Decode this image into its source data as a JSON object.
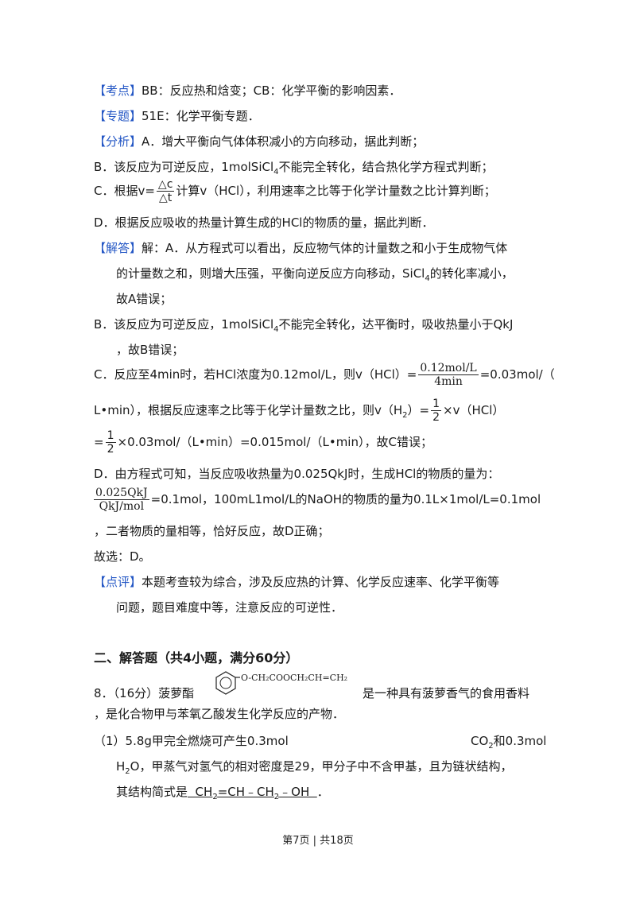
{
  "kaodian": {
    "tag": "【考点】",
    "text": "BB：反应热和焓变；CB：化学平衡的影响因素．"
  },
  "zhuanti": {
    "tag": "【专题】",
    "text": "51E：化学平衡专题．"
  },
  "fenxi": {
    "tag": "【分析】",
    "a": "A．增大平衡向气体体积减小的方向移动，据此判断；",
    "b_pre": "B．该反应为可逆反应，1molSiCl",
    "b_sub": "4",
    "b_post": "不能完全转化，结合热化学方程式判断；",
    "c_pre": "C．根据v=",
    "c_num": "△c",
    "c_den": "△t",
    "c_post": "计算v（HCl），利用速率之比等于化学计量数之比计算判断；",
    "d": "D．根据反应吸收的热量计算生成的HCl的物质的量，据此判断．"
  },
  "jieda": {
    "tag": "【解答】",
    "a1": "解：A．从方程式可以看出，反应物气体的计量数之和小于生成物气体",
    "a2_pre": "的计量数之和，则增大压强，平衡向逆反应方向移动，SiCl",
    "a2_sub": "4",
    "a2_post": "的转化率减小，",
    "a3": "故A错误；",
    "b1_pre": "B．该反应为可逆反应，1molSiCl",
    "b1_sub": "4",
    "b1_post": "不能完全转化，达平衡时，吸收热量小于QkJ",
    "b2": "，故B错误；",
    "c1_pre": "C．反应至4min时，若HCl浓度为0.12mol/L，则v（HCl）=",
    "c1_num": "0.12mol/L",
    "c1_den": "4min",
    "c1_post": "=0.03mol/（",
    "c2_pre": "L•min），根据反应速率之比等于化学计量数之比，则v（H",
    "c2_sub": "2",
    "c2_mid": "）=",
    "c2_num": "1",
    "c2_den": "2",
    "c2_post": "×v（HCl）",
    "c3_pre": "=",
    "c3_num": "1",
    "c3_den": "2",
    "c3_post": "×0.03mol/（L•min）=0.015mol/（L•min），故C错误；",
    "d1": "D．由方程式可知，当反应吸收热量为0.025QkJ时，生成HCl的物质的量为：",
    "d2_num": "0.025QkJ",
    "d2_den": "QkJ/mol",
    "d2_post": "=0.1mol，100mL1mol/L的NaOH的物质的量为0.1L×1mol/L=0.1mol",
    "d3": "，二者物质的量相等，恰好反应，故D正确；",
    "answer": "故选：D。"
  },
  "dianping": {
    "tag": "【点评】",
    "l1": "本题考查较为综合，涉及反应热的计算、化学反应速率、化学平衡等",
    "l2": "问题，题目难度中等，注意反应的可逆性．"
  },
  "section2": "二、解答题（共4小题，满分60分）",
  "q8": {
    "pre": "8．（16分）菠萝酯",
    "structure_label": "O-CH₂COOCH₂CH=CH₂",
    "post": "是一种具有菠萝香气的食用香料",
    "l2": "，是化合物甲与苯氧乙酸发生化学反应的产物．",
    "p1_pre": "（1）5.8g甲完全燃烧可产生0.3mol",
    "p1_right": "CO",
    "p1_right_sub": "2",
    "p1_right_post": "和0.3mol",
    "p1_l2_pre": "H",
    "p1_l2_sub": "2",
    "p1_l2_post": "O，甲蒸气对氢气的相对密度是29，甲分子中不含甲基，且为链状结构，",
    "p1_l3_pre": "其结构简式是",
    "p1_answer_pre": "  CH",
    "p1_answer_sub": "2",
    "p1_answer_mid": "=CH﹣CH",
    "p1_answer_sub2": "2",
    "p1_answer_post": "﹣OH  ",
    "p1_l3_end": "．"
  },
  "footer": "第7页 | 共18页",
  "colors": {
    "tag": "#2457c5",
    "text": "#1a1a1a"
  }
}
